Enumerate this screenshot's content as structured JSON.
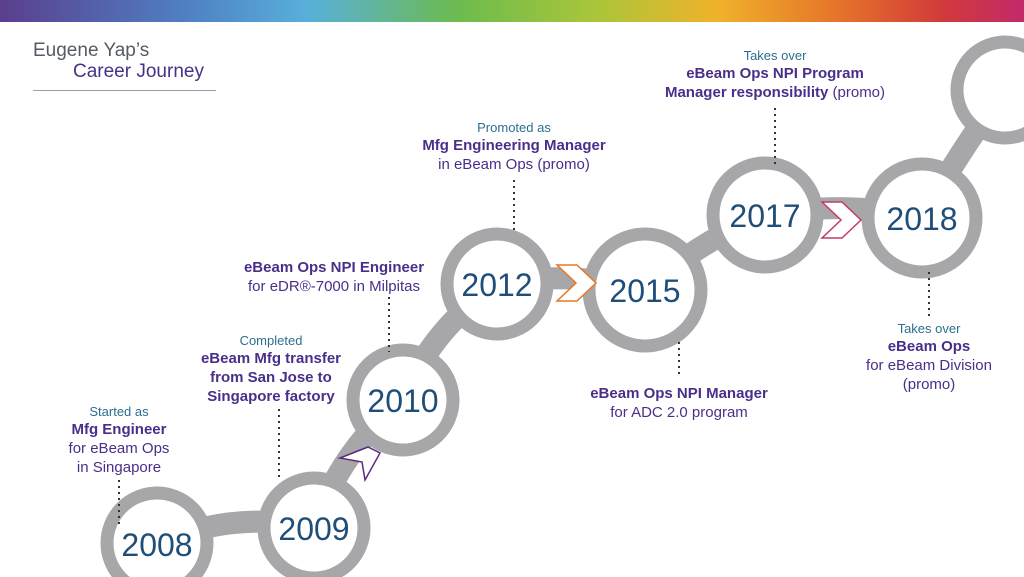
{
  "title": {
    "line1": "Eugene Yap’s",
    "line2": "Career Journey"
  },
  "colors": {
    "track": "#a7a7aa",
    "year_text": "#1f4e79",
    "accent_purple": "#5b2b82",
    "accent_orange": "#e87722",
    "accent_pink": "#c23a6b"
  },
  "milestones": [
    {
      "year": "2008",
      "pre": "Started as",
      "bold": "Mfg Engineer",
      "post": "for eBeam Ops",
      "post2": "in Singapore"
    },
    {
      "year": "2009",
      "pre": "Completed",
      "bold": "eBeam Mfg transfer",
      "bold2": "from San Jose to",
      "bold3": "Singapore factory"
    },
    {
      "year": "2010",
      "bold": "eBeam Ops NPI Engineer",
      "post": "for eDR®-7000 in Milpitas"
    },
    {
      "year": "2012",
      "pre": "Promoted as",
      "bold": "Mfg Engineering Manager",
      "post": "in eBeam Ops (promo)"
    },
    {
      "year": "2015",
      "bold": "eBeam Ops NPI Manager",
      "post": "for ADC 2.0 program"
    },
    {
      "year": "2017",
      "pre": "Takes over",
      "bold": "eBeam Ops NPI Program",
      "bold2": "Manager responsibility",
      "post_inline": "(promo)"
    },
    {
      "year": "2018",
      "pre": "Takes over",
      "bold": "eBeam Ops",
      "post": "for eBeam Division",
      "post2": "(promo)"
    }
  ]
}
